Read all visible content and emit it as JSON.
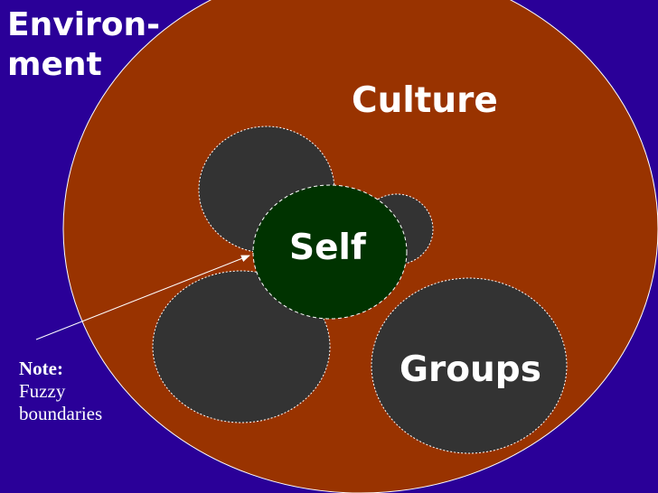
{
  "colors": {
    "background": "#2a0098",
    "culture_fill": "#993300",
    "group_fill": "#333333",
    "self_fill": "#003300",
    "outline": "#ffffff"
  },
  "labels": {
    "environment_line1": "Environ-",
    "environment_line2": "ment",
    "culture": "Culture",
    "self": "Self",
    "groups": "Groups"
  },
  "note": {
    "title": "Note:",
    "line1": "Fuzzy",
    "line2": "boundaries"
  }
}
